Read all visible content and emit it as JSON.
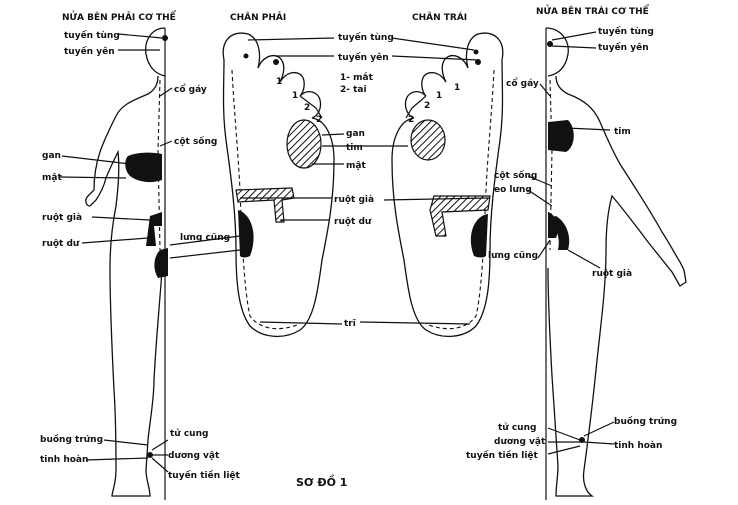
{
  "colors": {
    "ink": "#111111",
    "paper": "#ffffff"
  },
  "headers": {
    "right_half": "NỬA BÊN PHẢI CƠ THỂ",
    "right_foot": "CHÂN PHẢI",
    "left_foot": "CHÂN TRÁI",
    "left_half": "NỬA BÊN TRÁI CƠ THỂ"
  },
  "caption": "SƠ ĐỒ 1",
  "labels": {
    "left_figure": {
      "tuyen_tung": "tuyến tùng",
      "tuyen_yen": "tuyến yên",
      "co_gay": "cổ gáy",
      "cot_song": "cột sống",
      "gan": "gan",
      "mat": "mật",
      "ruot_gia": "ruột già",
      "ruot_du": "ruột dư",
      "lung_cung": "lưng cũng",
      "buong_trung": "buồng trứng",
      "tinh_hoan": "tinh hoàn",
      "tu_cung": "tử cung",
      "duong_vat": "dương vật",
      "tuyen_tien_liet": "tuyến tiền liệt"
    },
    "feet_center": {
      "tuyen_tung": "tuyến tùng",
      "tuyen_yen": "tuyến yên",
      "mat_1": "1- mắt",
      "tai_2": "2- tai",
      "gan": "gan",
      "tim": "tim",
      "mat": "mật",
      "ruot_gia": "ruột già",
      "ruot_du": "ruột dư",
      "tri": "trĩ",
      "toe_1": "1",
      "toe_2": "2"
    },
    "right_figure": {
      "tuyen_tung": "tuyến tùng",
      "tuyen_yen": "tuyến yên",
      "co_gay": "cổ gáy",
      "tim": "tim",
      "cot_song": "cột sống",
      "eo_lung": "eo lưng",
      "lung_cung": "lưng cũng",
      "ruot_gia": "ruột già",
      "buong_trung": "buồng trứng",
      "tinh_hoan": "tinh hoàn",
      "tu_cung": "tử cung",
      "duong_vat": "dương vật",
      "tuyen_tien_liet": "tuyến tiền liệt"
    }
  }
}
